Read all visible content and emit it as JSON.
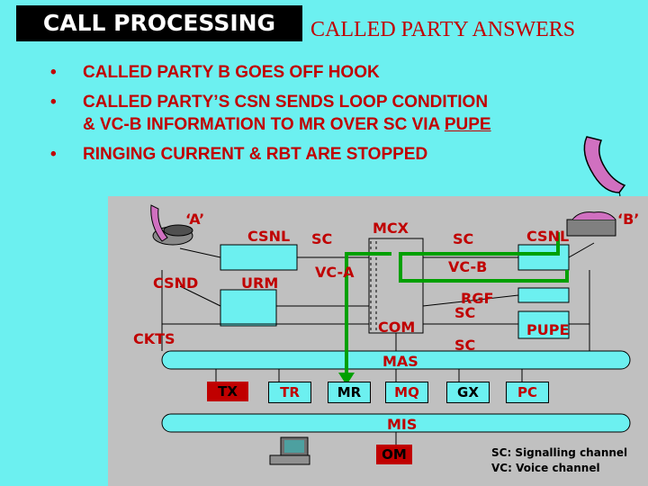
{
  "header": {
    "title": "CALL PROCESSING",
    "subtitle": "CALLED PARTY ANSWERS"
  },
  "bullets": [
    {
      "line1": "CALLED PARTY B  GOES OFF HOOK",
      "line2": "",
      "underline": ""
    },
    {
      "line1": "CALLED PARTY’S CSN SENDS LOOP CONDITION",
      "line2": "& VC-B  INFORMATION TO  MR OVER SC VIA ",
      "underline": "PUPE"
    },
    {
      "line1": "RINGING CURRENT & RBT  ARE STOPPED",
      "line2": "",
      "underline": ""
    }
  ],
  "diagram": {
    "labels": {
      "a": "‘A’",
      "b": "‘B’",
      "csnl_a": "CSNL",
      "sc_left": "SC",
      "mcx": "MCX",
      "sc_right": "SC",
      "csnl_b": "CSNL",
      "csnd": "CSND",
      "urm": "URM",
      "vc_a": "VC-A",
      "vc_b": "VC-B",
      "rgf": "RGF",
      "sc_mid": "SC",
      "ckts": "CKTS",
      "com": "COM",
      "pupe": "PUPE",
      "sc_low": "SC",
      "mas": "MAS",
      "mis": "MIS"
    },
    "modules": [
      "TX",
      "TR",
      "MR",
      "MQ",
      "GX",
      "PC"
    ],
    "om": "OM",
    "legend": [
      "SC: Signalling  channel",
      "VC: Voice channel"
    ]
  }
}
